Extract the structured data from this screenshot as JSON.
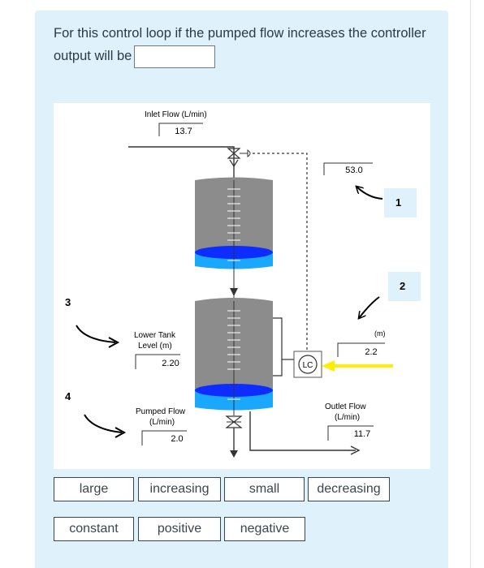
{
  "question": {
    "text": "For this control loop if the pumped flow increases the controller output will be"
  },
  "diagram": {
    "inlet_flow": {
      "label": "Inlet Flow (L/min)",
      "value": "13.7"
    },
    "controller_output": {
      "value": "53.0"
    },
    "setpoint": {
      "unit": "(m)",
      "value": "2.2"
    },
    "lower_tank_level": {
      "label_line1": "Lower Tank",
      "label_line2": "Level (m)",
      "value": "2.20"
    },
    "pumped_flow": {
      "label_line1": "Pumped Flow",
      "label_line2": "(L/min)",
      "value": "2.0"
    },
    "outlet_flow": {
      "label_line1": "Outlet Flow",
      "label_line2": "(L/min)",
      "value": "11.7"
    },
    "controller": {
      "label": "LC"
    },
    "markers": [
      "1",
      "2",
      "3",
      "4"
    ],
    "colors": {
      "tank_gray": "#8c8c8c",
      "water_blue": "#1aa8ff",
      "setpoint_arrow": "#ffee00"
    }
  },
  "choices": {
    "row1": [
      "large",
      "increasing",
      "small",
      "decreasing"
    ],
    "row2": [
      "constant",
      "positive",
      "negative"
    ]
  }
}
